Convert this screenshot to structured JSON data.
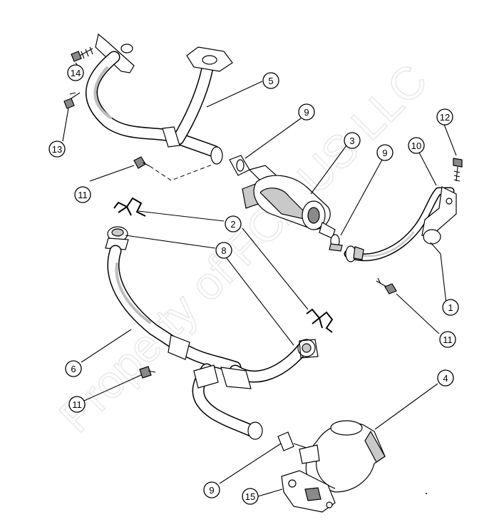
{
  "watermark": "Property of FCA US LLC",
  "callouts": [
    {
      "id": "c14",
      "label": "14"
    },
    {
      "id": "c13",
      "label": "13"
    },
    {
      "id": "c5",
      "label": "5"
    },
    {
      "id": "c9a",
      "label": "9"
    },
    {
      "id": "c12",
      "label": "12"
    },
    {
      "id": "c10",
      "label": "10"
    },
    {
      "id": "c3",
      "label": "3"
    },
    {
      "id": "c9b",
      "label": "9"
    },
    {
      "id": "c11a",
      "label": "11"
    },
    {
      "id": "c2",
      "label": "2"
    },
    {
      "id": "c8",
      "label": "8"
    },
    {
      "id": "c1",
      "label": "1"
    },
    {
      "id": "c11b",
      "label": "11"
    },
    {
      "id": "c6",
      "label": "6"
    },
    {
      "id": "c11c",
      "label": "11"
    },
    {
      "id": "c4",
      "label": "4"
    },
    {
      "id": "c9c",
      "label": "9"
    },
    {
      "id": "c15",
      "label": "15"
    }
  ]
}
